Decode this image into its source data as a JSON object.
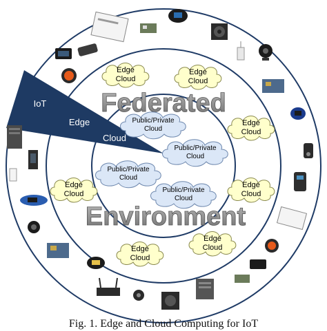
{
  "rings": {
    "iot": "IoT",
    "edge": "Edge",
    "cloud": "Cloud"
  },
  "watermark": {
    "top": "Federated",
    "bottom": "Environment"
  },
  "edge_clouds": [
    {
      "line1": "Edge",
      "line2": "Cloud"
    },
    {
      "line1": "Edge",
      "line2": "Cloud"
    },
    {
      "line1": "Edge",
      "line2": "Cloud"
    },
    {
      "line1": "Edge",
      "line2": "Cloud"
    },
    {
      "line1": "Edge",
      "line2": "Cloud"
    },
    {
      "line1": "Edge",
      "line2": "Cloud"
    },
    {
      "line1": "Edge",
      "line2": "Cloud"
    }
  ],
  "public_clouds": [
    {
      "line1": "Public/Private",
      "line2": "Cloud"
    },
    {
      "line1": "Public/Private",
      "line2": "Cloud"
    },
    {
      "line1": "Public/Private",
      "line2": "Cloud"
    },
    {
      "line1": "Public/Private",
      "line2": "Cloud"
    }
  ],
  "caption": "Fig. 1.  Edge and Cloud Computing for IoT"
}
